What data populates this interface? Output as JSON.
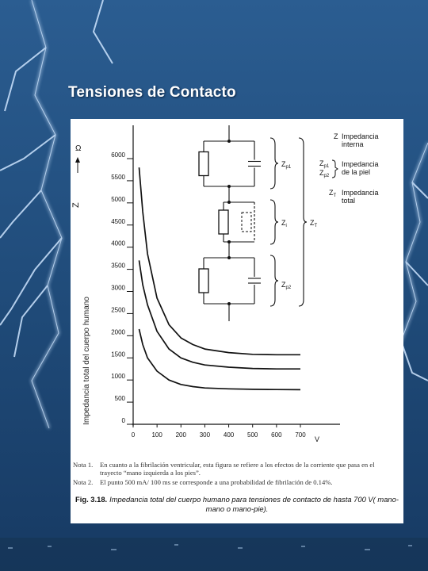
{
  "slide": {
    "title": "Tensiones de Contacto"
  },
  "chart_data": {
    "type": "line",
    "ylabel": "Impedancia total del cuerpo humano",
    "ysymbol": "Z",
    "yunit": "Ω",
    "xunit": "V",
    "xlim": [
      0,
      700
    ],
    "ylim": [
      0,
      6000
    ],
    "xticks": [
      "0",
      "100",
      "200",
      "300",
      "400",
      "500",
      "600",
      "700"
    ],
    "yticks": [
      "0",
      "500",
      "1000",
      "1500",
      "2000",
      "2500",
      "3000",
      "3500",
      "4000",
      "4500",
      "5000",
      "5500",
      "6000"
    ],
    "series": [
      {
        "x": [
          25,
          40,
          60,
          100,
          150,
          200,
          250,
          300,
          400,
          500,
          600,
          700
        ],
        "y": [
          5800,
          4800,
          3850,
          2850,
          2250,
          1950,
          1800,
          1700,
          1620,
          1580,
          1570,
          1570
        ]
      },
      {
        "x": [
          25,
          40,
          60,
          100,
          150,
          200,
          250,
          300,
          400,
          500,
          600,
          700
        ],
        "y": [
          3700,
          3150,
          2700,
          2100,
          1700,
          1500,
          1400,
          1340,
          1290,
          1260,
          1250,
          1250
        ]
      },
      {
        "x": [
          25,
          40,
          60,
          100,
          150,
          200,
          250,
          300,
          400,
          500,
          600,
          700
        ],
        "y": [
          2150,
          1800,
          1500,
          1200,
          1000,
          900,
          850,
          820,
          800,
          790,
          785,
          780
        ]
      }
    ]
  },
  "diagram": {
    "zp1": "Zp1",
    "zi": "Zi",
    "zp2": "Zp2",
    "zt": "ZT",
    "legend": [
      {
        "symbol": "Z",
        "sub": "",
        "text1": "Impedancia",
        "text2": "interna",
        "text_inline": true
      },
      {
        "symbol": "Z",
        "sub": "p1",
        "symbol2": "Z",
        "sub2": "p2",
        "text1": "Impedancia",
        "text2": "de la piel"
      },
      {
        "symbol": "Z",
        "sub": "T",
        "text1": "Impedancia",
        "text2": "total"
      }
    ]
  },
  "notes": [
    {
      "label": "Nota 1.",
      "text": "En cuanto a la fibrilación ventricular, esta figura se refiere a los efectos de la corriente que pasa en el trayecto “mano izquierda a los pies”."
    },
    {
      "label": "Nota 2.",
      "text": "El punto 500 mA/ 100 ms se corresponde a una probabilidad de fibrilación de 0.14%."
    }
  ],
  "caption": {
    "label": "Fig. 3.18.",
    "text": "Impedancia total del cuerpo humano para tensiones de contacto de hasta 700 V( mano-mano o mano-pie)."
  },
  "colors": {
    "background": "#24507e",
    "panel": "#ffffff",
    "ink": "#111111"
  }
}
